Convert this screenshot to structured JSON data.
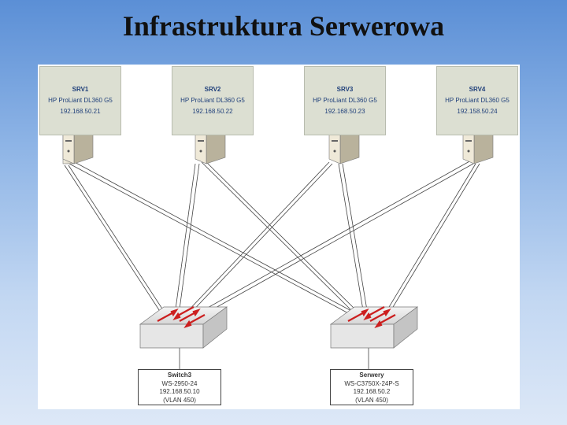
{
  "title": "Infrastruktura Serwerowa",
  "servers": [
    {
      "name": "SRV1",
      "model": "HP ProLiant DL360 G5",
      "ip": "192.168.50.21"
    },
    {
      "name": "SRV2",
      "model": "HP ProLiant DL360 G5",
      "ip": "192.168.50.22"
    },
    {
      "name": "SRV3",
      "model": "HP ProLiant DL360 G5",
      "ip": "192.168.50.23"
    },
    {
      "name": "SRV4",
      "model": "HP ProLiant DL360 G5",
      "ip": "192.158.50.24"
    }
  ],
  "switches": [
    {
      "name": "Switch3",
      "model": "WS-2950-24",
      "ip": "192.168.50.10",
      "vlan": "(VLAN 450)"
    },
    {
      "name": "Serwery",
      "model": "WS-C3750X-24P-S",
      "ip": "192.168.50.2",
      "vlan": "(VLAN 450)"
    }
  ],
  "colors": {
    "server_box": "#dcdfd2",
    "server_text": "#1f3f7a",
    "arrow_red": "#cc1f1f",
    "link_line": "#444444"
  }
}
